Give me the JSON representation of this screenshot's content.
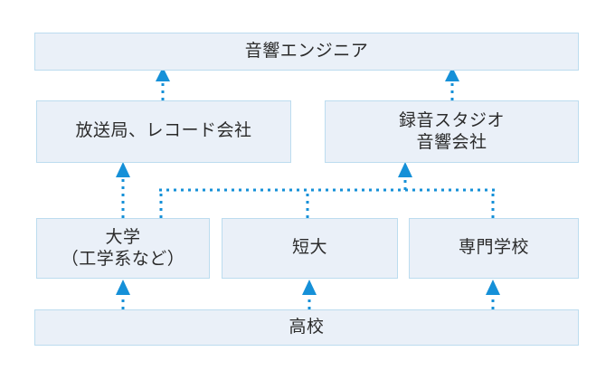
{
  "diagram": {
    "title_text": "",
    "colors": {
      "node_fill": "#eaf0f8",
      "node_border": "#bcdcef",
      "arrow": "#1590d8",
      "text": "#2b2b2b",
      "background": "#ffffff"
    },
    "levels": [
      {
        "name": "profession",
        "nodes": [
          {
            "id": "sound-engineer",
            "label": "音響エンジニア"
          }
        ]
      },
      {
        "name": "employers",
        "nodes": [
          {
            "id": "broadcast-record",
            "label": "放送局、レコード会社"
          },
          {
            "id": "studio-audio-company",
            "label": "録音スタジオ\n音響会社"
          }
        ]
      },
      {
        "name": "schools",
        "nodes": [
          {
            "id": "university",
            "label": "大学\n（工学系など）"
          },
          {
            "id": "junior-college",
            "label": "短大"
          },
          {
            "id": "vocational-school",
            "label": "専門学校"
          }
        ]
      },
      {
        "name": "base",
        "nodes": [
          {
            "id": "high-school",
            "label": "高校"
          }
        ]
      }
    ],
    "edges": [
      {
        "from": "broadcast-record",
        "to": "sound-engineer",
        "style": "dotted-arrow"
      },
      {
        "from": "studio-audio-company",
        "to": "sound-engineer",
        "style": "dotted-arrow"
      },
      {
        "from": "university",
        "to": "broadcast-record",
        "style": "dotted-arrow"
      },
      {
        "from": "university",
        "to": "studio-audio-company",
        "style": "dotted-arrow-bus"
      },
      {
        "from": "junior-college",
        "to": "studio-audio-company",
        "style": "dotted-arrow-bus"
      },
      {
        "from": "vocational-school",
        "to": "studio-audio-company",
        "style": "dotted-arrow-bus"
      },
      {
        "from": "high-school",
        "to": "university",
        "style": "dotted-arrow"
      },
      {
        "from": "high-school",
        "to": "junior-college",
        "style": "dotted-arrow"
      },
      {
        "from": "high-school",
        "to": "vocational-school",
        "style": "dotted-arrow"
      }
    ]
  }
}
